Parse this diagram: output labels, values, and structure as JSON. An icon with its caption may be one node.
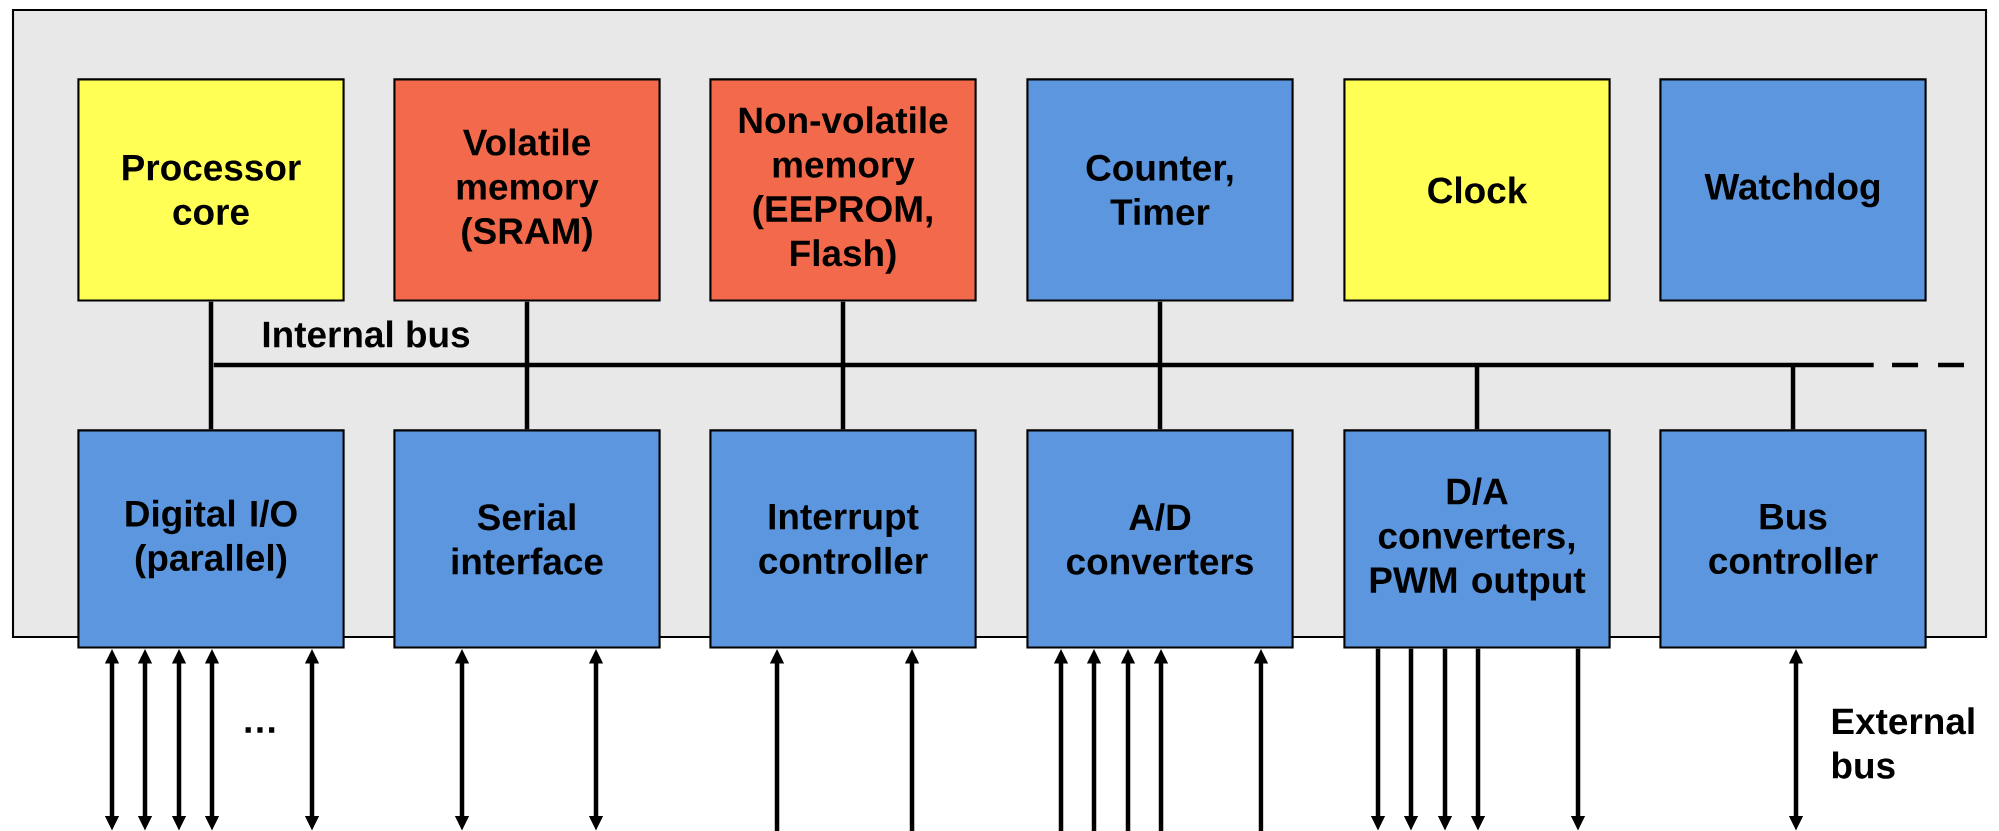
{
  "diagram": {
    "nodes": [
      {
        "text": [
          "Processor core"
        ]
      },
      {
        "text": [
          "Volatile memory (SRAM)"
        ]
      },
      {
        "text": [
          "Non-volatile memory (EEPROM, Flash)"
        ]
      },
      {
        "text": [
          "Counter, Timer"
        ]
      },
      {
        "text": [
          "Clock"
        ]
      },
      {
        "text": [
          "Watchdog"
        ]
      },
      {
        "text": [
          "Digital I/O (parallel)"
        ]
      },
      {
        "text": [
          "Serial interface"
        ]
      },
      {
        "text": [
          "Interrupt controller"
        ]
      },
      {
        "text": [
          "A/D converters"
        ]
      },
      {
        "text": [
          "D/A converters, PWM output"
        ]
      },
      {
        "text": [
          "Bus controller"
        ]
      },
      {
        "text": [],
        "shape": "bar",
        "beside": [
          "Internal bus"
        ]
      }
    ],
    "edges": [
      {
        "from": 0,
        "to": 12,
        "arrow": "none"
      },
      {
        "from": 1,
        "to": 12,
        "arrow": "none"
      },
      {
        "from": 2,
        "to": 12,
        "arrow": "none"
      },
      {
        "from": 3,
        "to": 12,
        "arrow": "none"
      },
      {
        "from": 6,
        "to": 12,
        "arrow": "none"
      },
      {
        "from": 7,
        "to": 12,
        "arrow": "none"
      },
      {
        "from": 8,
        "to": 12,
        "arrow": "none"
      },
      {
        "from": 9,
        "to": 12,
        "arrow": "none"
      },
      {
        "from": 10,
        "to": 12,
        "arrow": "none"
      },
      {
        "from": 11,
        "to": 12,
        "arrow": "none"
      },
      {
        "from": 6,
        "to": null,
        "arrow": "both"
      },
      {
        "from": 6,
        "to": null,
        "arrow": "both"
      },
      {
        "from": 6,
        "to": null,
        "arrow": "both"
      },
      {
        "from": 6,
        "to": null,
        "arrow": "both"
      },
      {
        "from": 6,
        "to": null,
        "arrow": "both"
      },
      {
        "from": 7,
        "to": null,
        "arrow": "both"
      },
      {
        "from": 7,
        "to": null,
        "arrow": "both"
      },
      {
        "from": null,
        "to": 8,
        "arrow": "to"
      },
      {
        "from": null,
        "to": 8,
        "arrow": "to"
      },
      {
        "from": null,
        "to": 9,
        "arrow": "to"
      },
      {
        "from": null,
        "to": 9,
        "arrow": "to"
      },
      {
        "from": null,
        "to": 9,
        "arrow": "to"
      },
      {
        "from": null,
        "to": 9,
        "arrow": "to"
      },
      {
        "from": null,
        "to": 9,
        "arrow": "to"
      },
      {
        "from": 10,
        "to": null,
        "arrow": "to"
      },
      {
        "from": 10,
        "to": null,
        "arrow": "to"
      },
      {
        "from": 10,
        "to": null,
        "arrow": "to"
      },
      {
        "from": 10,
        "to": null,
        "arrow": "to"
      },
      {
        "from": 10,
        "to": null,
        "arrow": "to"
      },
      {
        "from": 11,
        "to": null,
        "arrow": "both"
      }
    ],
    "labels": [
      "…",
      "External bus"
    ]
  }
}
